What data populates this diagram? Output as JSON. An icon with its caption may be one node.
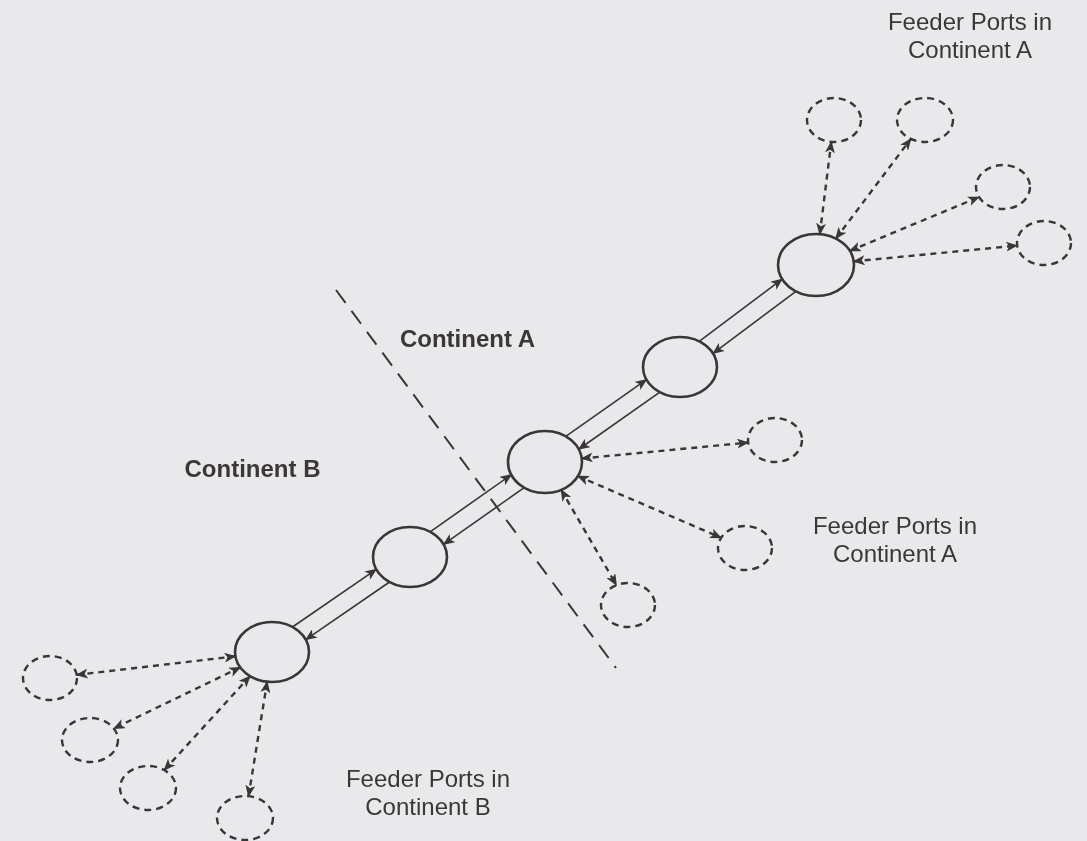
{
  "diagram": {
    "nodes": [
      {
        "text": [],
        "shape": "circle"
      },
      {
        "text": [],
        "shape": "circle"
      },
      {
        "text": [],
        "shape": "circle"
      },
      {
        "text": [],
        "shape": "circle"
      },
      {
        "text": [],
        "shape": "circle"
      },
      {
        "text": [],
        "shape": "circle"
      },
      {
        "text": [],
        "shape": "circle"
      },
      {
        "text": [],
        "shape": "circle"
      },
      {
        "text": [],
        "shape": "circle"
      },
      {
        "text": [],
        "shape": "circle"
      },
      {
        "text": [],
        "shape": "circle"
      },
      {
        "text": [],
        "shape": "circle"
      },
      {
        "text": [],
        "shape": "circle"
      },
      {
        "text": [],
        "shape": "circle"
      },
      {
        "text": [],
        "shape": "circle"
      },
      {
        "text": [],
        "shape": "circle"
      }
    ],
    "edges": [
      {
        "from": 0,
        "to": 1,
        "arrow": "to"
      },
      {
        "from": 1,
        "to": 2,
        "arrow": "to"
      },
      {
        "from": 2,
        "to": 3,
        "arrow": "to"
      },
      {
        "from": 3,
        "to": 4,
        "arrow": "to"
      },
      {
        "from": 4,
        "to": 3,
        "arrow": "to"
      },
      {
        "from": 3,
        "to": 2,
        "arrow": "to"
      },
      {
        "from": 2,
        "to": 1,
        "arrow": "to"
      },
      {
        "from": 1,
        "to": 0,
        "arrow": "to"
      },
      {
        "from": 4,
        "to": 5,
        "arrow": "both",
        "style": "dashed"
      },
      {
        "from": 4,
        "to": 6,
        "arrow": "both",
        "style": "dashed"
      },
      {
        "from": 4,
        "to": 7,
        "arrow": "both",
        "style": "dashed"
      },
      {
        "from": 4,
        "to": 8,
        "arrow": "both",
        "style": "dashed"
      },
      {
        "from": 2,
        "to": 9,
        "arrow": "both",
        "style": "dashed"
      },
      {
        "from": 2,
        "to": 10,
        "arrow": "both",
        "style": "dashed"
      },
      {
        "from": 2,
        "to": 11,
        "arrow": "both",
        "style": "dashed"
      },
      {
        "from": 0,
        "to": 12,
        "arrow": "both",
        "style": "dashed"
      },
      {
        "from": 0,
        "to": 13,
        "arrow": "both",
        "style": "dashed"
      },
      {
        "from": 0,
        "to": 14,
        "arrow": "both",
        "style": "dashed"
      },
      {
        "from": 0,
        "to": 15,
        "arrow": "both",
        "style": "dashed"
      }
    ],
    "labels": [
      "Feeder Ports in Continent A",
      "Continent A",
      "Continent B",
      "Feeder Ports in Continent A",
      "Feeder Ports in Continent B"
    ]
  }
}
